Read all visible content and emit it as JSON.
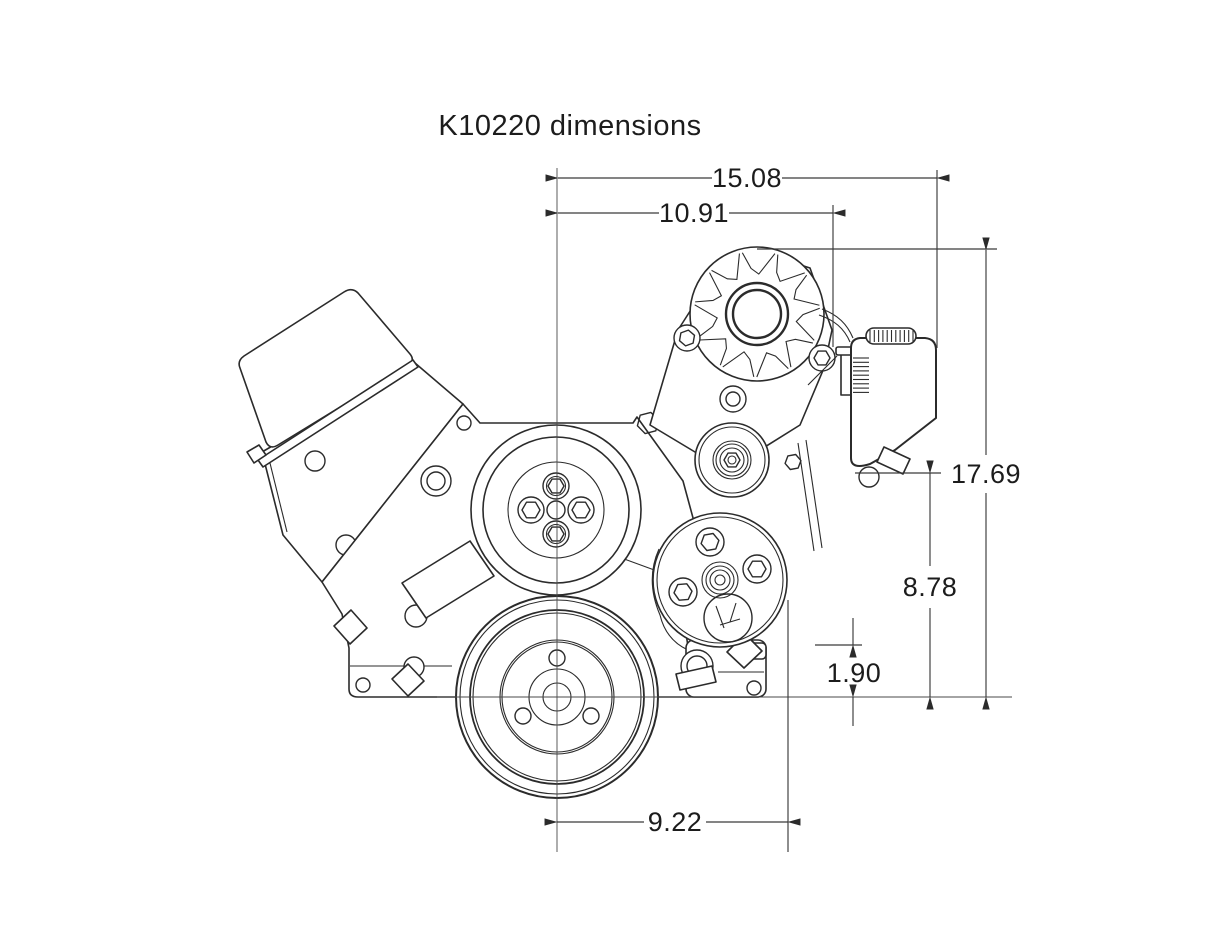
{
  "title": "K10220 dimensions",
  "dimensions": {
    "overall_width": "15.08",
    "reservoir_clamp_offset": "10.91",
    "overall_height": "17.69",
    "pump_center_height": "8.78",
    "bracket_foot_height": "1.90",
    "pump_side_width": "9.22"
  }
}
